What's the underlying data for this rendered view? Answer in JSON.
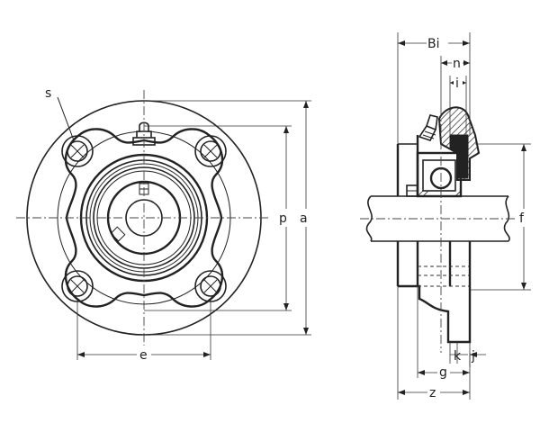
{
  "labels": {
    "s": "s",
    "e": "e",
    "p": "p",
    "a": "a",
    "bi": "Bi",
    "n": "n",
    "i": "i",
    "f": "f",
    "k": "k",
    "j": "j",
    "g": "g",
    "z": "z"
  }
}
